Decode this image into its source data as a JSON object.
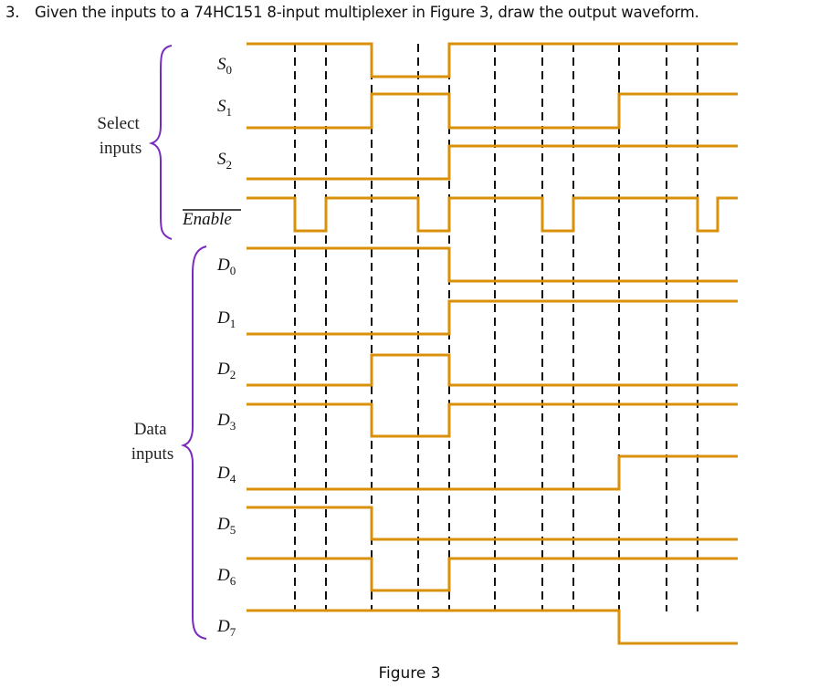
{
  "question": {
    "number": "3.",
    "text": "Given the inputs to a 74HC151 8-input multiplexer in Figure 3, draw the output waveform."
  },
  "groups": {
    "select": [
      "Select",
      "inputs"
    ],
    "data": [
      "Data",
      "inputs"
    ]
  },
  "signals": [
    {
      "name": "S",
      "sub": "0"
    },
    {
      "name": "S",
      "sub": "1"
    },
    {
      "name": "S",
      "sub": "2"
    },
    {
      "name": "Enable",
      "sub": "",
      "overline": true
    },
    {
      "name": "D",
      "sub": "0"
    },
    {
      "name": "D",
      "sub": "1"
    },
    {
      "name": "D",
      "sub": "2"
    },
    {
      "name": "D",
      "sub": "3"
    },
    {
      "name": "D",
      "sub": "4"
    },
    {
      "name": "D",
      "sub": "5"
    },
    {
      "name": "D",
      "sub": "6"
    },
    {
      "name": "D",
      "sub": "7"
    }
  ],
  "caption": "Figure 3",
  "colors": {
    "waveform": "#D9900A",
    "brace": "#7A2BBF",
    "dashed_grid": "#111111",
    "group_text": "#222222"
  },
  "timing": {
    "edges": [
      "t0",
      "t1",
      "t2",
      "t3",
      "t4",
      "t5",
      "t6",
      "t7",
      "t8",
      "t9",
      "t10",
      "t11",
      "t12",
      "t13",
      "t14"
    ],
    "waveforms": {
      "S0": [
        1,
        1,
        1,
        0,
        0,
        0,
        1,
        1,
        1,
        1,
        1,
        1,
        1,
        1,
        1
      ],
      "S1": [
        0,
        0,
        0,
        1,
        1,
        1,
        0,
        0,
        0,
        0,
        1,
        1,
        1,
        1,
        1
      ],
      "S2": [
        0,
        0,
        0,
        0,
        0,
        0,
        1,
        1,
        1,
        1,
        1,
        1,
        1,
        1,
        1
      ],
      "Enable": [
        1,
        0,
        1,
        1,
        1,
        0,
        1,
        1,
        0,
        1,
        1,
        1,
        0,
        1,
        1
      ],
      "D0": [
        1,
        1,
        1,
        1,
        1,
        1,
        0,
        0,
        0,
        0,
        0,
        0,
        0,
        0,
        0
      ],
      "D1": [
        0,
        0,
        0,
        0,
        0,
        0,
        1,
        1,
        1,
        1,
        1,
        1,
        1,
        1,
        1
      ],
      "D2": [
        0,
        0,
        0,
        1,
        1,
        1,
        0,
        0,
        0,
        0,
        0,
        0,
        0,
        0,
        0
      ],
      "D3": [
        1,
        1,
        1,
        0,
        0,
        0,
        1,
        1,
        1,
        1,
        1,
        1,
        1,
        1,
        1
      ],
      "D4": [
        0,
        0,
        0,
        0,
        0,
        0,
        0,
        0,
        0,
        0,
        1,
        1,
        1,
        1,
        1
      ],
      "D5": [
        1,
        1,
        1,
        0,
        0,
        0,
        0,
        0,
        0,
        0,
        0,
        0,
        0,
        0,
        0
      ],
      "D6": [
        1,
        1,
        1,
        0,
        0,
        0,
        1,
        1,
        1,
        1,
        1,
        1,
        1,
        1,
        1
      ],
      "D7": [
        1,
        1,
        1,
        1,
        1,
        1,
        1,
        1,
        1,
        1,
        0,
        0,
        0,
        0,
        0
      ]
    }
  }
}
